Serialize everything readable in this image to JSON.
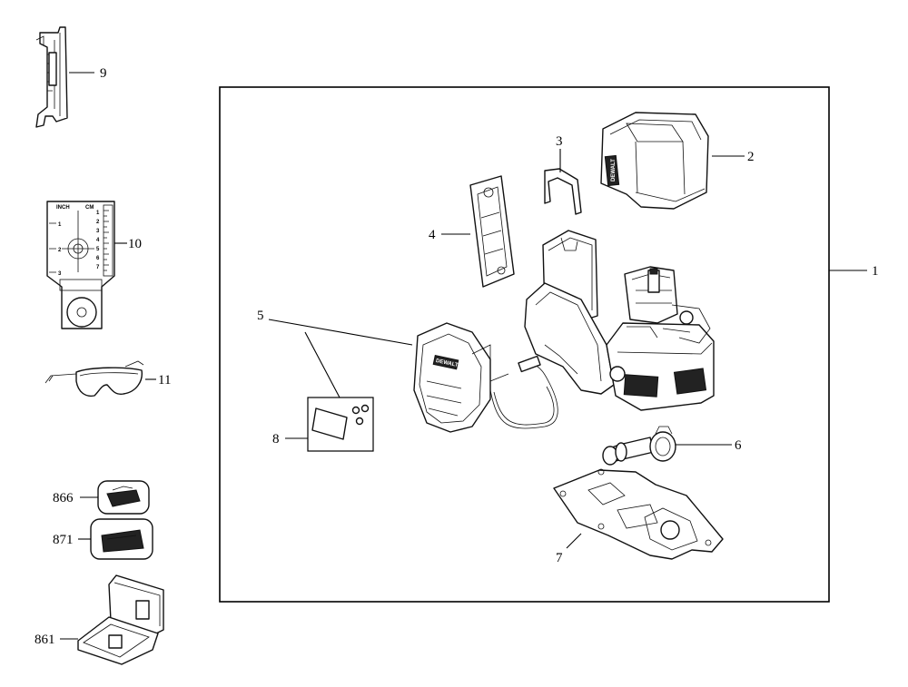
{
  "callouts": {
    "c1": "1",
    "c2": "2",
    "c3": "3",
    "c4": "4",
    "c5": "5",
    "c6": "6",
    "c7": "7",
    "c8": "8",
    "c9": "9",
    "c10": "10",
    "c11": "11",
    "c866": "866",
    "c871": "871",
    "c861": "861"
  },
  "target_card": {
    "left_header": "INCH",
    "right_header": "CM",
    "inch_marks": [
      "1",
      "2",
      "3"
    ],
    "cm_marks": [
      "1",
      "2",
      "3",
      "4",
      "5",
      "6",
      "7"
    ]
  },
  "brand_label": "DEWALT"
}
